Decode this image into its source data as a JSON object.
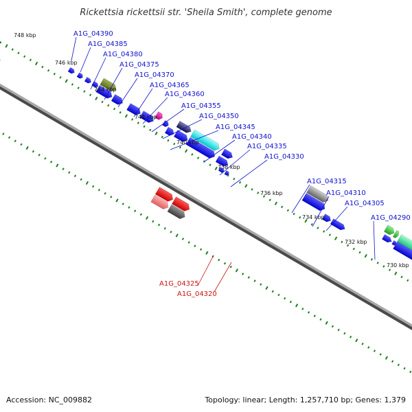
{
  "title": "Rickettsia rickettsii str. 'Sheila Smith', complete genome",
  "footer": {
    "accession": "Accession: NC_009882",
    "stats": "Topology: linear; Length: 1,257,710 bp; Genes: 1,379"
  },
  "colors": {
    "backbone": "#888888",
    "ticks": "#1a7f1a",
    "forward_label": "#1010cc",
    "reverse_label": "#cc1010"
  },
  "scale_ticks": [
    "748 kbp",
    "746 kbp",
    "744 kbp",
    "742 kbp",
    "740 kbp",
    "738 kbp",
    "736 kbp",
    "734 kbp",
    "732 kbp",
    "730 kbp"
  ],
  "forward_labels": [
    "A1G_04390",
    "A1G_04385",
    "A1G_04380",
    "A1G_04375",
    "A1G_04370",
    "A1G_04365",
    "A1G_04360",
    "A1G_04355",
    "A1G_04350",
    "A1G_04345",
    "A1G_04340",
    "A1G_04335",
    "A1G_04330",
    "A1G_04315",
    "A1G_04310",
    "A1G_04305",
    "A1G_04290"
  ],
  "reverse_labels": [
    "A1G_04325",
    "A1G_04320"
  ],
  "feature_colors": [
    "blue",
    "red",
    "olive",
    "gray",
    "magenta",
    "navy",
    "cyan",
    "pink",
    "green",
    "seafoam"
  ]
}
